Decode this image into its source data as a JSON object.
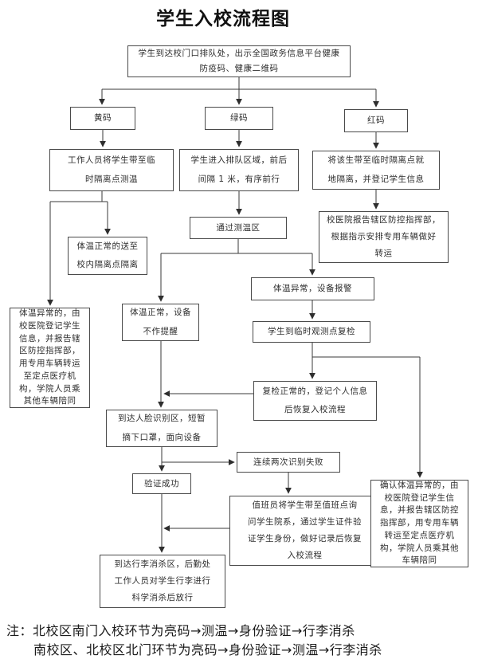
{
  "title": "学生入校流程图",
  "nodes": {
    "arrive": {
      "text": "学生到达校门口排队处，出示全国政务信息平台健康\n防疫码、健康二维码"
    },
    "yellow": {
      "text": "黄码"
    },
    "green": {
      "text": "绿码"
    },
    "red": {
      "text": "红码"
    },
    "staff": {
      "text": "工作人员将学生带至临\n时隔离点测温"
    },
    "queue": {
      "text": "学生进入排队区域，前后\n间隔 1 米，有序前行"
    },
    "redisolate": {
      "text": "将该生带至临时隔离点就\n地隔离，并登记学生信息"
    },
    "tempzone": {
      "text": "通过测温区"
    },
    "hospital": {
      "text": "校医院报告辖区防控指挥部，\n根据指示安排专用车辆做好\n转运"
    },
    "normaliso": {
      "text": "体温正常的送至\n校内隔离点隔离"
    },
    "alarm": {
      "text": "体温异常，设备报警"
    },
    "leftabn": {
      "text": "体温异常的，由\n校医院登记学生\n信息，并报告辖\n区防控指挥部，\n用专用车辆转运\n至定点医疗机\n构，学院人员乘\n其他车辆陪同"
    },
    "noalert": {
      "text": "体温正常，设备\n不作提醒"
    },
    "recheck": {
      "text": "学生到临时观测点复检"
    },
    "recheckok": {
      "text": "复检正常的，登记个人信息\n后恢复入校流程"
    },
    "facerec": {
      "text": "到达人脸识别区，短暂\n摘下口罩，面向设备"
    },
    "failtwice": {
      "text": "连续两次识别失败"
    },
    "verifyok": {
      "text": "验证成功"
    },
    "duty": {
      "text": "值班员将学生带至值班点询\n问学生院系，通过学生证件验\n证学生身份，做好记录后恢复\n入校流程"
    },
    "confirmabn": {
      "text": "确认体温异常的，由\n校医院登记学生信\n息，并报告辖区防控\n指挥部，用专用车辆\n转运至定点医疗机\n构，学院人员乘其他\n车辆陪同"
    },
    "luggage": {
      "text": "到达行李消杀区，后勤处\n工作人员对学生行李进行\n科学消杀后放行"
    }
  },
  "note": {
    "line1": "注：北校区南门入校环节为亮码→测温→身份验证→行李消杀",
    "line2": "南校区、北校区北门环节为亮码→身份验证→测温→行李消杀"
  },
  "colors": {
    "line": "#3a3a3a",
    "border": "#4a4a4a",
    "text": "#2e2e2e",
    "background": "#ffffff"
  }
}
